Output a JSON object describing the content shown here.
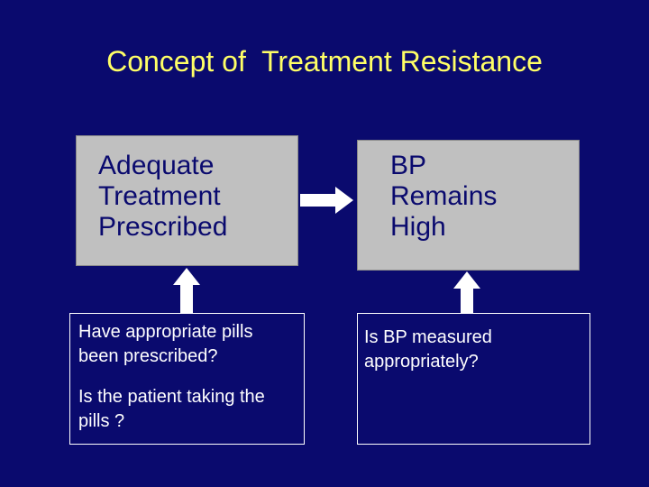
{
  "slide": {
    "title": "Concept of  Treatment Resistance"
  },
  "boxes": {
    "adequate_treatment": [
      "Adequate",
      "Treatment",
      "Prescribed"
    ],
    "bp_remains_high": [
      "BP",
      "Remains",
      "High"
    ],
    "pills_questions": [
      "Have appropriate pills been prescribed?",
      "Is the patient taking the pills ?"
    ],
    "bp_question": "Is BP measured appropriately?"
  },
  "colors": {
    "background": "#0a0a6e",
    "title": "#ffff66",
    "box_fill": "#c0c0c0",
    "box_text": "#0a0a6e",
    "arrow": "#ffffff"
  }
}
